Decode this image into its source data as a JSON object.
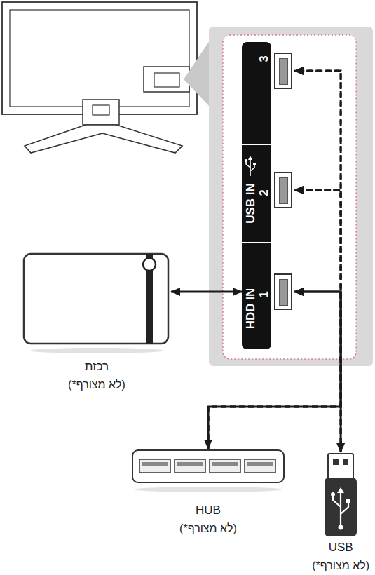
{
  "diagram": {
    "nodes": [
      {
        "text": [
          "3"
        ]
      },
      {
        "text": [
          "USB IN",
          "2"
        ]
      },
      {
        "text": [
          "HDD IN",
          "1"
        ]
      },
      {
        "text": [
          "רכזת",
          "(*לא מצורף)"
        ]
      },
      {
        "text": [
          "HUB",
          "(*לא מצורף)"
        ]
      },
      {
        "text": [
          "USB",
          "(*לא מצורף)"
        ]
      }
    ],
    "edges": [
      {
        "from": 3,
        "to": 2,
        "arrow": "both"
      },
      {
        "from": 2,
        "to": 4,
        "arrow": "both"
      },
      {
        "from": 2,
        "to": 5,
        "arrow": "both"
      },
      {
        "from": 4,
        "to": 1,
        "arrow": "to"
      },
      {
        "from": 5,
        "to": 1,
        "arrow": "to"
      },
      {
        "from": 4,
        "to": 0,
        "arrow": "to"
      },
      {
        "from": 5,
        "to": 0,
        "arrow": "to"
      }
    ]
  }
}
